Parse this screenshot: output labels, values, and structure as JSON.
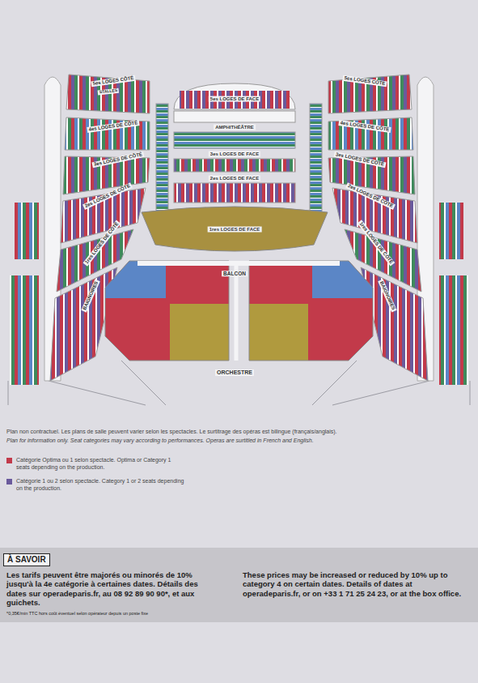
{
  "diagram": {
    "nodes": [
      {
        "text": [
          "À SAVOIR",
          "Les tarifs peuvent être majorés ou minorés de 10% jusqu'à la 4e catégorie à certaines dates. Détails des dates sur operadeparis.fr, au 08 92 89 90 90*, et aux guichets.",
          "*0,35€/min TTC hors coût éventuel selon opérateur depuis un poste fixe",
          "These prices may be increased or reduced by 10% up to category 4 on certain dates. Details of dates at operadeparis.fr, or on +33 1 71 25 24 23, or at the box office."
        ]
      }
    ],
    "labels": [
      "5es LOGES CÔTÉ",
      "STALLES",
      "5es LOGES DE FACE",
      "5es LOGES CÔTÉ",
      "4es LOGES DE CÔTÉ",
      "AMPHITHÉÂTRE",
      "4es LOGES DE CÔTÉ",
      "3es LOGES DE CÔTÉ",
      "3es LOGES DE FACE",
      "3es LOGES DE CÔTÉ",
      "2es LOGES DE FACE",
      "2es LOGES DE CÔTÉ",
      "2es LOGES DE CÔTÉ",
      "1res LOGES DE FACE",
      "1res LOGES DE CÔTÉ",
      "1res LOGES DE CÔTÉ",
      "BALCON",
      "BAIGNOIRES",
      "BAIGNOIRES",
      "ORCHESTRE",
      "Plan non contractuel. Les plans de salle peuvent varier selon les spectacles. Le surtitrage des opéras est bilingue (français/anglais).",
      "Plan for information only. Seat categories may vary according to performances. Operas are surtitled in French and English."
    ],
    "legend": [
      {
        "text": "Catégorie Optima ou 1 selon spectacle. Optima or Category 1 seats depending on the production.",
        "color": "#c23a4a"
      },
      {
        "text": "Catégorie 1 ou 2 selon spectacle. Category 1 or 2 seats depending on the production.",
        "color": "#6a5a9c"
      }
    ]
  }
}
